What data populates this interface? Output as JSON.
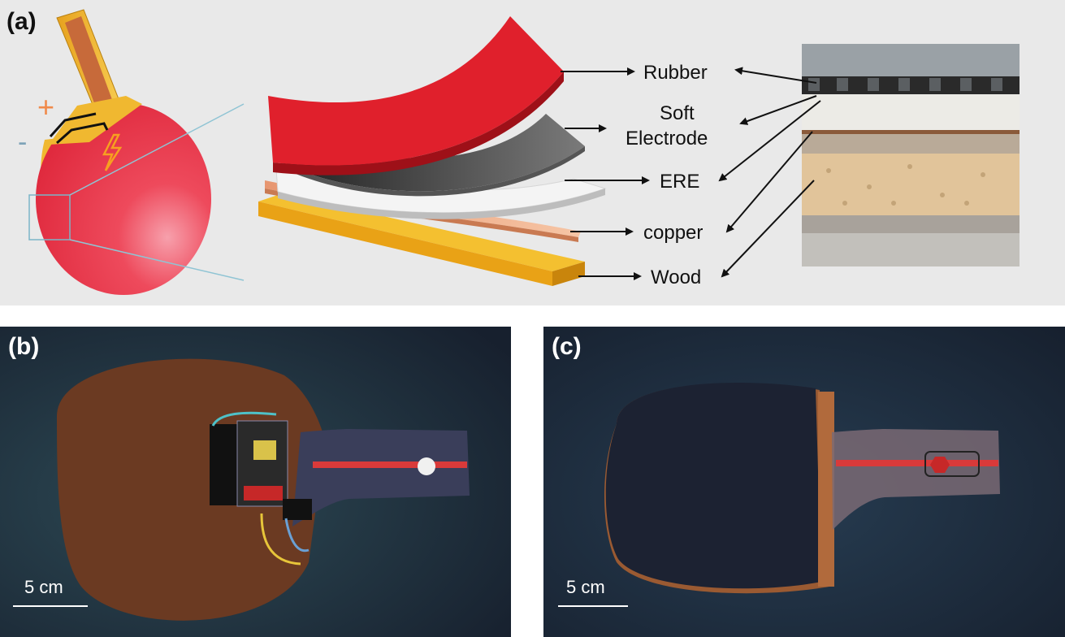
{
  "panels": {
    "a": {
      "label": "(a)"
    },
    "b": {
      "label": "(b)",
      "scale_bar": "5 cm"
    },
    "c": {
      "label": "(c)",
      "scale_bar": "5 cm"
    }
  },
  "layers": {
    "rubber": "Rubber",
    "soft_line1": "Soft",
    "soft_line2": "Electrode",
    "ere": "ERE",
    "copper": "copper",
    "wood": "Wood"
  },
  "symbols": {
    "plus": "+",
    "minus": "-",
    "bolt": "lightning-bolt-icon"
  },
  "colors": {
    "rubber_red": "#e0202c",
    "electrode_black": "#2b2b2b",
    "ere_white": "#f2f2f2",
    "copper": "#e9a27a",
    "wood": "#f2b21a",
    "paddle_red": "#e8364a",
    "handle_gold": "#f0b830",
    "plus_orange": "#f08a4b"
  }
}
